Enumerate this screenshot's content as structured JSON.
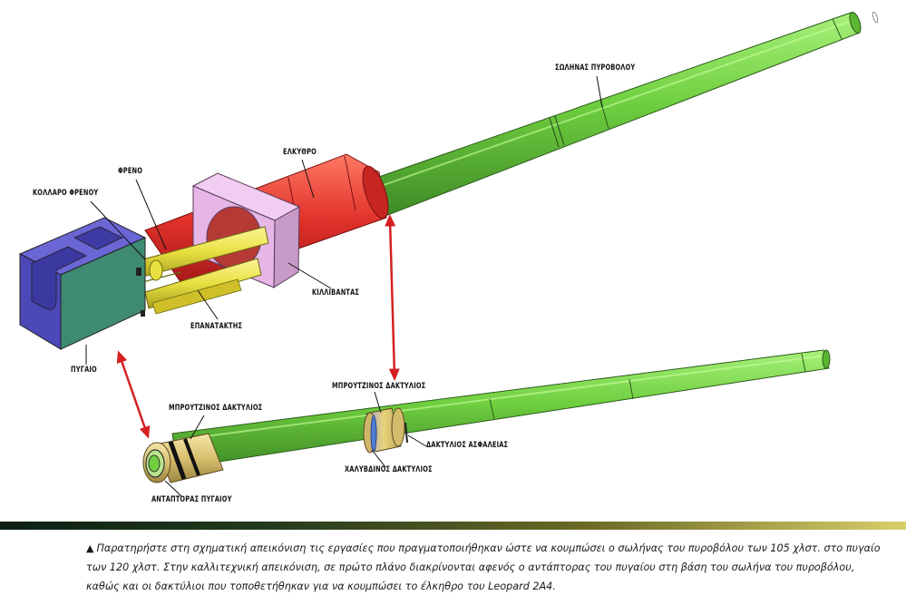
{
  "labels": {
    "barrel": "ΣΩΛΗΝΑΣ ΠΥΡΟΒΟΛΟΥ",
    "recuperator": "ΕΛΚΥΘΡΟ",
    "brake": "ΦΡΕΝΟ",
    "brake_collar": "ΚΟΛΛΑΡΟ ΦΡΕΝΟΥ",
    "cradle": "ΚΙΛΛΙΒΑΝΤΑΣ",
    "recoil_recuperator": "ΕΠΑΝΑΤΑΚΤΗΣ",
    "breech": "ΠΥΓΑΙΟ",
    "bronze_ring_left": "ΜΠΡΟΥΤΖΙΝΟΣ ΔΑΚΤΥΛΙΟΣ",
    "bronze_ring_mid": "ΜΠΡΟΥΤΖΙΝΟΣ ΔΑΚΤΥΛΙΟΣ",
    "safety_ring": "ΔΑΚΤΥΛΙΟΣ ΑΣΦΑΛΕΙΑΣ",
    "steel_ring": "ΧΑΛΥΒΔΙΝΟΣ ΔΑΚΤΥΛΙΟΣ",
    "breech_adapter": "ΑΝΤΑΠΤΟΡΑΣ ΠΥΓΑΙΟΥ"
  },
  "caption": {
    "marker": "▲",
    "text": "Παρατηρήστε στη σχηματική απεικόνιση τις εργασίες που πραγματοποιήθηκαν ώστε να κουμπώσει ο σωλήνας του πυροβόλου των 105 χλστ. στο πυγαίο των 120 χλστ. Στην καλλιτεχνική απεικόνιση, σε πρώτο πλάνο διακρίνονται αφενός ο αντάπτορας του πυγαίου στη βάση του σωλήνα του πυροβόλου, καθώς και οι δακτύλιοι που τοποθετήθηκαν για να κουμπώσει το έλκηθρο του Leopard 2A4."
  },
  "colors": {
    "barrel_green": "#6fcf3f",
    "recuperator_red": "#e0302a",
    "cradle_pink": "#e6b6e6",
    "breech_blue": "#5a59c9",
    "breech_teal": "#3f8a72",
    "rods_yellow": "#e8e040",
    "bronze": "#d8c070",
    "arrow_red": "#d42020"
  }
}
